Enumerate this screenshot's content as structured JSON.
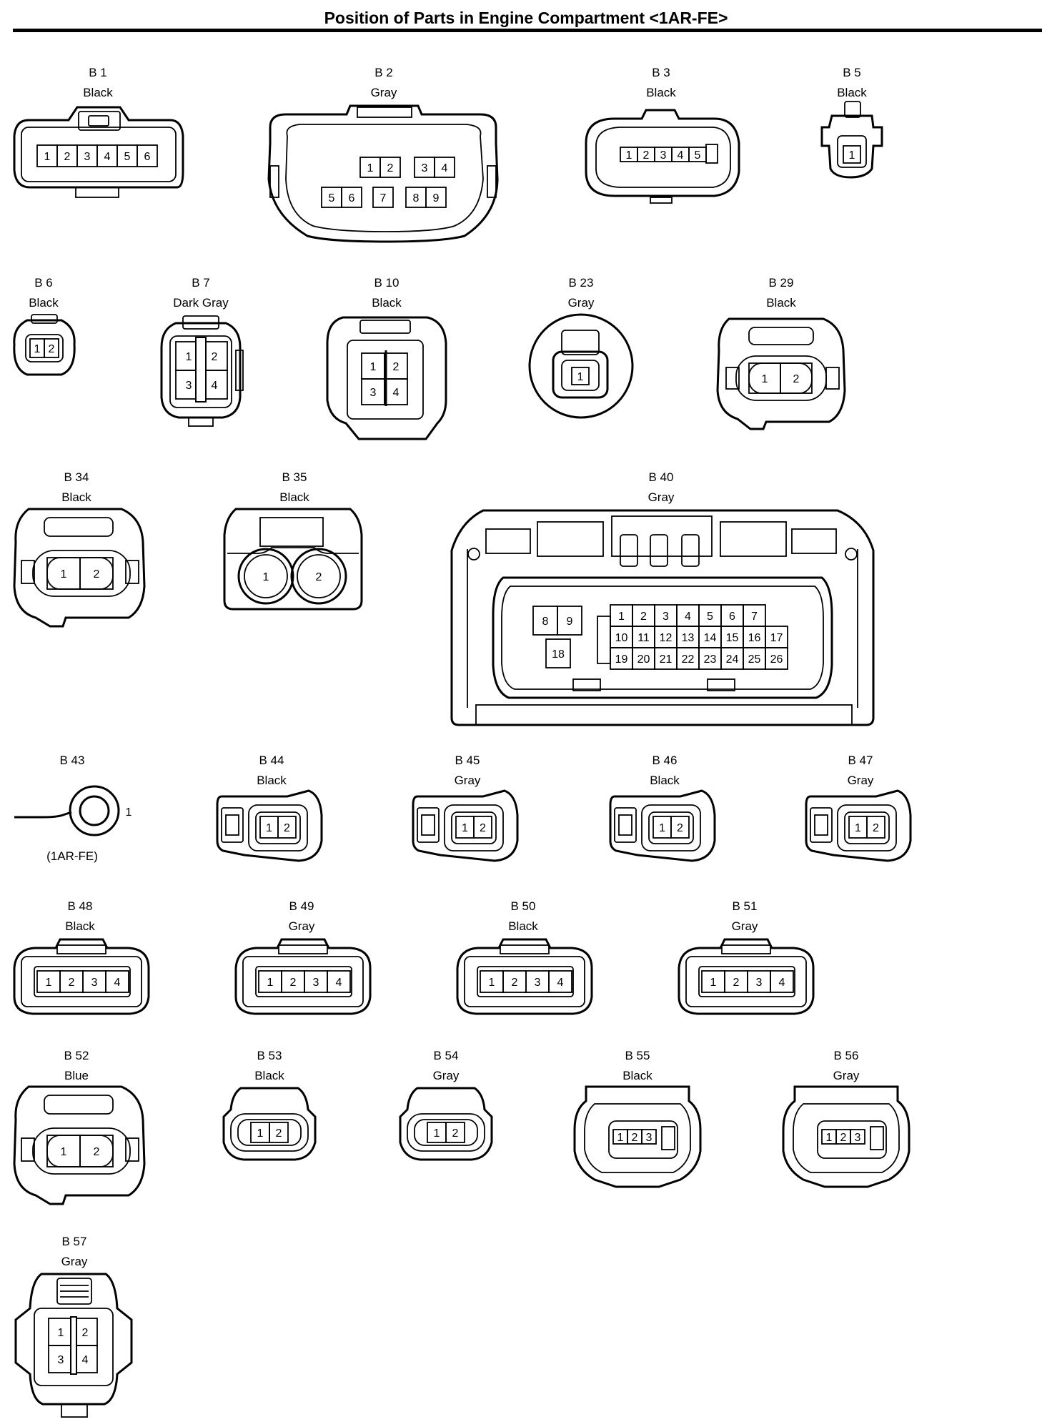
{
  "title": "Position of Parts in Engine Compartment <1AR-FE>",
  "connectors": [
    {
      "code": "B 1",
      "color": "Black",
      "pins": [
        "1",
        "2",
        "3",
        "4",
        "5",
        "6"
      ]
    },
    {
      "code": "B 2",
      "color": "Gray",
      "pins": [
        "1",
        "2",
        "3",
        "4",
        "5",
        "6",
        "7",
        "8",
        "9"
      ]
    },
    {
      "code": "B 3",
      "color": "Black",
      "pins": [
        "1",
        "2",
        "3",
        "4",
        "5"
      ]
    },
    {
      "code": "B 5",
      "color": "Black",
      "pins": [
        "1"
      ]
    },
    {
      "code": "B 6",
      "color": "Black",
      "pins": [
        "1",
        "2"
      ]
    },
    {
      "code": "B 7",
      "color": "Dark Gray",
      "pins": [
        "1",
        "2",
        "3",
        "4"
      ]
    },
    {
      "code": "B 10",
      "color": "Black",
      "pins": [
        "1",
        "2",
        "3",
        "4"
      ]
    },
    {
      "code": "B 23",
      "color": "Gray",
      "pins": [
        "1"
      ]
    },
    {
      "code": "B 29",
      "color": "Black",
      "pins": [
        "1",
        "2"
      ]
    },
    {
      "code": "B 34",
      "color": "Black",
      "pins": [
        "1",
        "2"
      ]
    },
    {
      "code": "B 35",
      "color": "Black",
      "pins": [
        "1",
        "2"
      ]
    },
    {
      "code": "B 40",
      "color": "Gray",
      "pins": [
        "8",
        "9",
        "18",
        "1",
        "2",
        "3",
        "4",
        "5",
        "6",
        "7",
        "10",
        "11",
        "12",
        "13",
        "14",
        "15",
        "16",
        "17",
        "19",
        "20",
        "21",
        "22",
        "23",
        "24",
        "25",
        "26"
      ]
    },
    {
      "code": "B 43",
      "color": "",
      "note": "(1AR-FE)",
      "pins": [
        "1"
      ]
    },
    {
      "code": "B 44",
      "color": "Black",
      "pins": [
        "1",
        "2"
      ]
    },
    {
      "code": "B 45",
      "color": "Gray",
      "pins": [
        "1",
        "2"
      ]
    },
    {
      "code": "B 46",
      "color": "Black",
      "pins": [
        "1",
        "2"
      ]
    },
    {
      "code": "B 47",
      "color": "Gray",
      "pins": [
        "1",
        "2"
      ]
    },
    {
      "code": "B 48",
      "color": "Black",
      "pins": [
        "1",
        "2",
        "3",
        "4"
      ]
    },
    {
      "code": "B 49",
      "color": "Gray",
      "pins": [
        "1",
        "2",
        "3",
        "4"
      ]
    },
    {
      "code": "B 50",
      "color": "Black",
      "pins": [
        "1",
        "2",
        "3",
        "4"
      ]
    },
    {
      "code": "B 51",
      "color": "Gray",
      "pins": [
        "1",
        "2",
        "3",
        "4"
      ]
    },
    {
      "code": "B 52",
      "color": "Blue",
      "pins": [
        "1",
        "2"
      ]
    },
    {
      "code": "B 53",
      "color": "Black",
      "pins": [
        "1",
        "2"
      ]
    },
    {
      "code": "B 54",
      "color": "Gray",
      "pins": [
        "1",
        "2"
      ]
    },
    {
      "code": "B 55",
      "color": "Black",
      "pins": [
        "1",
        "2",
        "3"
      ]
    },
    {
      "code": "B 56",
      "color": "Gray",
      "pins": [
        "1",
        "2",
        "3"
      ]
    },
    {
      "code": "B 57",
      "color": "Gray",
      "pins": [
        "1",
        "2",
        "3",
        "4"
      ]
    }
  ]
}
